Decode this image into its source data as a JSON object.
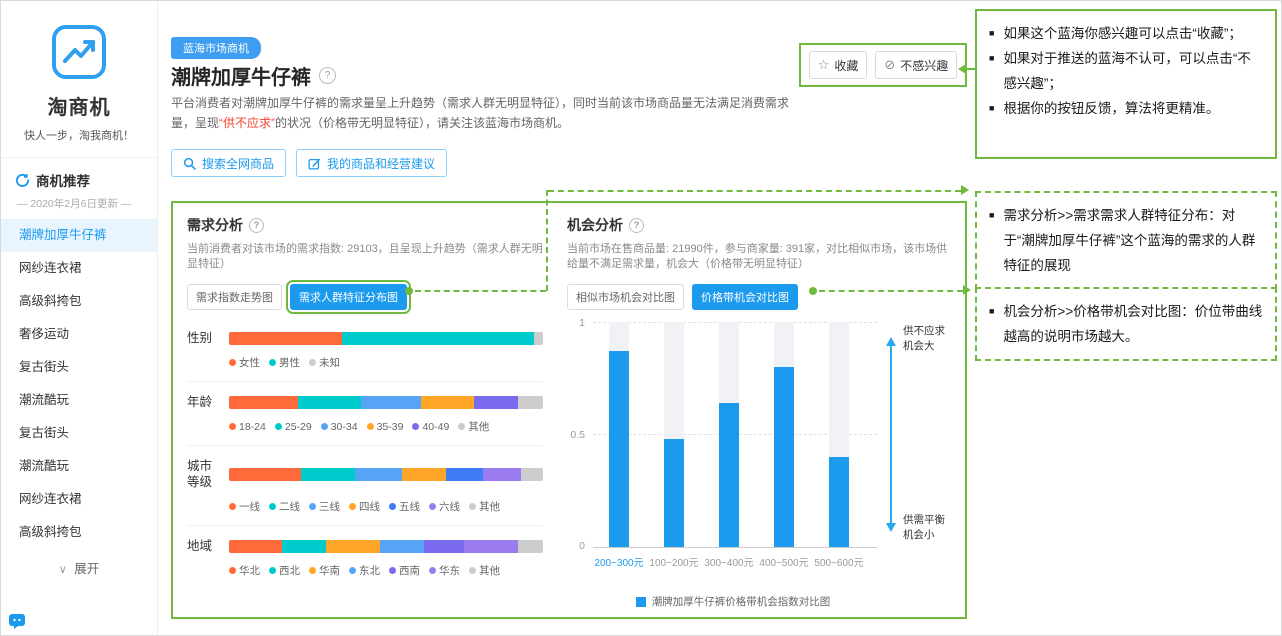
{
  "colors": {
    "blue": "#1b9aee",
    "green": "#6fb93f",
    "red": "#f4432c",
    "tag_bg": "#3d9ef2",
    "chart_bar": "#1b9aee",
    "chart_bar_bg": "#f1f2f5"
  },
  "icons": {
    "star": "☆",
    "ban": "⊘",
    "chevron_down": "∨",
    "help": "?",
    "bullet": "■"
  },
  "sidebar": {
    "logo_title": "淘商机",
    "logo_subtitle": "快人一步，淘我商机！",
    "section_title": "商机推荐",
    "update_date": "— 2020年2月6日更新 —",
    "items": [
      {
        "label": "潮牌加厚牛仔裤",
        "active": true
      },
      {
        "label": "网纱连衣裙",
        "active": false
      },
      {
        "label": "高级斜挎包",
        "active": false
      },
      {
        "label": "奢侈运动",
        "active": false
      },
      {
        "label": "复古街头",
        "active": false
      },
      {
        "label": "潮流酷玩",
        "active": false
      },
      {
        "label": "复古街头",
        "active": false
      },
      {
        "label": "潮流酷玩",
        "active": false
      },
      {
        "label": "网纱连衣裙",
        "active": false
      },
      {
        "label": "高级斜挎包",
        "active": false
      }
    ],
    "expand_label": "展开"
  },
  "header": {
    "tag": "蓝海市场商机",
    "title": "潮牌加厚牛仔裤",
    "favorite": "收藏",
    "dislike": "不感兴趣",
    "desc_before": "平台消费者对潮牌加厚牛仔裤的需求量呈上升趋势（需求人群无明显特征），同时当前该市场商品量无法满足消费需求量，呈现",
    "desc_highlight": "“供不应求”",
    "desc_after": "的状况（价格带无明显特征），请关注该蓝海市场商机。",
    "search_btn": "搜索全网商品",
    "advice_btn": "我的商品和经营建议"
  },
  "demand": {
    "title": "需求分析",
    "summary": "当前消费者对该市场的需求指数: 29103，且呈现上升趋势（需求人群无明显特征）",
    "tab_inactive": "需求指数走势图",
    "tab_active": "需求人群特征分布图",
    "groups": [
      {
        "label": "性别",
        "segments": [
          {
            "name": "女性",
            "color": "#ff6a3b",
            "pct": 36
          },
          {
            "name": "男性",
            "color": "#00cbcc",
            "pct": 61
          },
          {
            "name": "未知",
            "color": "#cccccc",
            "pct": 3
          }
        ]
      },
      {
        "label": "年龄",
        "segments": [
          {
            "name": "18-24",
            "color": "#ff6a3b",
            "pct": 22
          },
          {
            "name": "25-29",
            "color": "#00cbcc",
            "pct": 20
          },
          {
            "name": "30-34",
            "color": "#56a4f5",
            "pct": 19
          },
          {
            "name": "35-39",
            "color": "#ffa629",
            "pct": 17
          },
          {
            "name": "40-49",
            "color": "#7a6bee",
            "pct": 14
          },
          {
            "name": "其他",
            "color": "#cccccc",
            "pct": 8
          }
        ]
      },
      {
        "label": "城市等级",
        "segments": [
          {
            "name": "一线",
            "color": "#ff6a3b",
            "pct": 23
          },
          {
            "name": "二线",
            "color": "#00cbcc",
            "pct": 17
          },
          {
            "name": "三线",
            "color": "#56a4f5",
            "pct": 15
          },
          {
            "name": "四线",
            "color": "#ffa629",
            "pct": 14
          },
          {
            "name": "五线",
            "color": "#3f7df6",
            "pct": 12
          },
          {
            "name": "六线",
            "color": "#9a7bf0",
            "pct": 12
          },
          {
            "name": "其他",
            "color": "#cccccc",
            "pct": 7
          }
        ]
      },
      {
        "label": "地域",
        "segments": [
          {
            "name": "华北",
            "color": "#ff6a3b",
            "pct": 17
          },
          {
            "name": "西北",
            "color": "#00cbcc",
            "pct": 14
          },
          {
            "name": "华南",
            "color": "#ffa629",
            "pct": 17
          },
          {
            "name": "东北",
            "color": "#56a4f5",
            "pct": 14
          },
          {
            "name": "西南",
            "color": "#7a6bee",
            "pct": 13
          },
          {
            "name": "华东",
            "color": "#9a7bf0",
            "pct": 17
          },
          {
            "name": "其他",
            "color": "#cccccc",
            "pct": 8
          }
        ]
      }
    ]
  },
  "opportunity": {
    "title": "机会分析",
    "summary": "当前市场在售商品量: 21990件，参与商家量: 391家，对比相似市场，该市场供给量不满足需求量，机会大（价格带无明显特征）",
    "tab_inactive": "相似市场机会对比图",
    "tab_active": "价格带机会对比图",
    "y_ticks": [
      "1",
      "0.5",
      "0"
    ],
    "bars": [
      {
        "label": "200~300元",
        "value": 0.87,
        "highlight": true
      },
      {
        "label": "100~200元",
        "value": 0.48,
        "highlight": false
      },
      {
        "label": "300~400元",
        "value": 0.64,
        "highlight": false
      },
      {
        "label": "400~500元",
        "value": 0.8,
        "highlight": false
      },
      {
        "label": "500~600元",
        "value": 0.4,
        "highlight": false
      }
    ],
    "axis_top": [
      "供不应求",
      "机会大"
    ],
    "axis_bottom": [
      "供需平衡",
      "机会小"
    ],
    "legend": "潮牌加厚牛仔裤价格带机会指数对比图"
  },
  "annotations": {
    "box1": {
      "items": [
        "如果这个蓝海你感兴趣可以点击“收藏”；",
        "如果对于推送的蓝海不认可，可以点击“不感兴趣”；",
        "根据你的按钮反馈，算法将更精准。"
      ]
    },
    "box2": {
      "items": [
        "需求分析>>需求需求人群特征分布：对于“潮牌加厚牛仔裤”这个蓝海的需求的人群特征的展现"
      ]
    },
    "box3": {
      "items": [
        "机会分析>>价格带机会对比图：价位带曲线越高的说明市场越大。"
      ]
    }
  },
  "chart_data": [
    {
      "type": "bar",
      "title": "潮牌加厚牛仔裤价格带机会指数对比图",
      "categories": [
        "200~300元",
        "100~200元",
        "300~400元",
        "400~500元",
        "500~600元"
      ],
      "values": [
        0.87,
        0.48,
        0.64,
        0.8,
        0.4
      ],
      "xlabel": "",
      "ylabel": "",
      "ylim": [
        0,
        1
      ],
      "yticks": [
        0,
        0.5,
        1
      ],
      "grid": "dashed horizontal at 0.5 and 1",
      "legend_position": "bottom",
      "annotations": [
        "供不应求 机会大 (top)",
        "供需平衡 机会小 (bottom)"
      ]
    },
    {
      "type": "bar",
      "variant": "horizontal-stacked-percent",
      "title": "需求人群特征分布图",
      "categories": [
        "性别",
        "年龄",
        "城市等级",
        "地域"
      ],
      "note": "percent shares per category are listed in demand.groups[].segments[].pct"
    }
  ]
}
